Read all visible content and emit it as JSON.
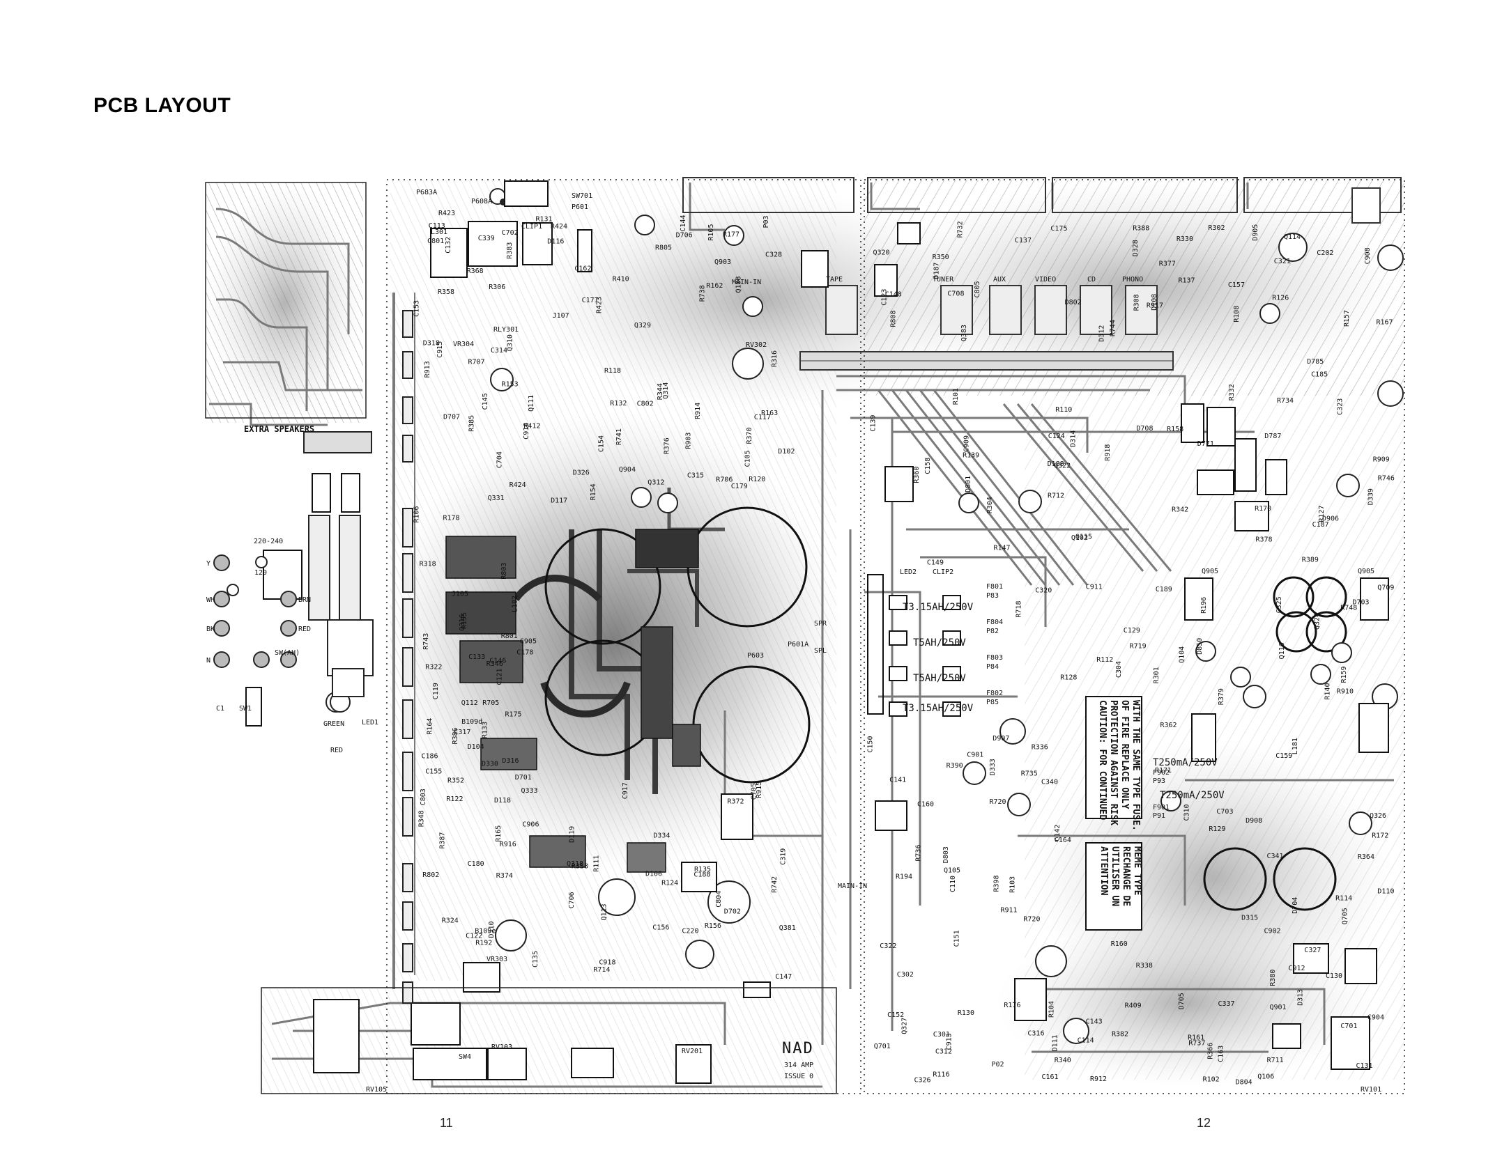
{
  "header": {
    "title": "PCB LAYOUT"
  },
  "footer": {
    "left_page": "11",
    "right_page": "12"
  },
  "colors": {
    "trace": "#7a7a7a",
    "copper_dark": "#2a2a2a",
    "pad": "#3a3a3a",
    "paper": "#ffffff"
  },
  "board": {
    "brand": "NAD",
    "model": "314 AMP",
    "issue": "ISSUE 0",
    "inputs": [
      "TAPE",
      "TUNER",
      "AUX",
      "VIDEO",
      "CD",
      "PHONO"
    ],
    "labels": {
      "extra_speakers": "EXTRA SPEAKERS",
      "main_in_top": "MAIN-IN",
      "main_in_bottom": "MAIN-IN",
      "spr": "SPR",
      "spl": "SPL",
      "led2": "LED2",
      "clip2": "CLIP2",
      "clip1": "CLIP1",
      "led1": "LED1",
      "green": "GREEN",
      "red": "RED",
      "p601a": "P601A",
      "p603": "P603",
      "p683a": "P683A",
      "p608a": "P608A",
      "sw701": "SW701",
      "p601": "P601",
      "l301": "L301",
      "rly301": "RLY301",
      "vr304": "VR304",
      "vr303": "VR303",
      "rv302": "RV302",
      "rv201": "RV201",
      "rv105": "RV105",
      "rv103": "RV103",
      "rv101": "RV101",
      "sw4": "SW4",
      "sw1": "SW1",
      "c1": "C1",
      "volt_120": "120",
      "volt_220_240": "220-240",
      "wire_y": "Y",
      "wire_wh": "WH",
      "wire_bk": "BK",
      "wire_n": "N",
      "wire_brn": "BRN",
      "wire_red": "RED",
      "sw_ah": "SW(AH)",
      "q905_left": "Q905",
      "q905_right": "Q905"
    },
    "fuses": [
      {
        "ref": "F801",
        "ref2": "P83",
        "rating": "T3.15AH/250V"
      },
      {
        "ref": "F804",
        "ref2": "P82",
        "rating": "T5AH/250V"
      },
      {
        "ref": "F803",
        "ref2": "P84",
        "rating": "T5AH/250V"
      },
      {
        "ref": "F802",
        "ref2": "P85",
        "rating": "T3.15AH/250V"
      }
    ],
    "fuses_secondary": [
      {
        "ref": "F902",
        "ref2": "P93",
        "rating": "T250mA/250V"
      },
      {
        "ref": "F901",
        "ref2": "P91",
        "rating": "T250mA/250V"
      }
    ],
    "caution": [
      "CAUTION: FOR CONTINUED",
      "PROTECTION AGAINST RISK",
      "OF FIRE REPLACE ONLY",
      "WITH THE SAME TYPE FUSE."
    ],
    "attention": [
      "ATTENTION",
      "UTILISER UN",
      "RECHANGE DE",
      "MEME TYPE"
    ],
    "components": [
      "R423",
      "R424",
      "R352",
      "R358",
      "R302",
      "R304",
      "R301",
      "C302",
      "C301",
      "R306",
      "R376",
      "R175",
      "R192",
      "C175",
      "R147",
      "R196",
      "R194",
      "R102",
      "C177",
      "C179",
      "C178",
      "C180",
      "C185",
      "C187",
      "C189",
      "C164",
      "C163",
      "J107",
      "J105",
      "L182",
      "C220",
      "C202",
      "R101",
      "L181",
      "R103",
      "R104",
      "R105",
      "R106",
      "C186",
      "C188",
      "R108",
      "R110",
      "R112",
      "R114",
      "R116",
      "R118",
      "R120",
      "R122",
      "R124",
      "R126",
      "R127",
      "R128",
      "R129",
      "R130",
      "R131",
      "R132",
      "R133",
      "R135",
      "R137",
      "R139",
      "R140",
      "C110",
      "C114",
      "C113",
      "C117",
      "C121",
      "C122",
      "C123",
      "C124",
      "C129",
      "C130",
      "C131",
      "C132",
      "D102",
      "D104",
      "D106",
      "D108",
      "Q102",
      "Q104",
      "Q105",
      "Q106",
      "Q108",
      "C105",
      "C119",
      "R111",
      "R308",
      "R342",
      "C304",
      "C310",
      "C316",
      "R316",
      "R318",
      "R322",
      "R324",
      "R330",
      "R332",
      "R336",
      "R338",
      "R340",
      "Q310",
      "Q312",
      "D316",
      "D310",
      "D312",
      "D314",
      "C320",
      "C322",
      "C326",
      "C328",
      "D326",
      "D330",
      "D334",
      "D328",
      "D339",
      "D333",
      "D315",
      "D313",
      "D318",
      "R344",
      "R346",
      "R348",
      "R350",
      "R360",
      "R362",
      "R364",
      "R366",
      "R368",
      "R370",
      "R372",
      "R374",
      "R377",
      "R378",
      "R379",
      "R380",
      "R382",
      "R383",
      "R385",
      "R386",
      "R387",
      "R388",
      "R389",
      "R390",
      "R398",
      "C312",
      "C314",
      "C315",
      "C317",
      "C319",
      "C321",
      "C323",
      "C325",
      "C327",
      "C337",
      "C339",
      "Q314",
      "Q316",
      "Q318",
      "Q320",
      "Q322",
      "Q324",
      "Q326",
      "Q327",
      "Q329",
      "Q331",
      "Q333",
      "Q381",
      "Q383",
      "R712",
      "R718",
      "R720",
      "R711",
      "R707",
      "R706",
      "R705",
      "R714",
      "R732",
      "R734",
      "R735",
      "R736",
      "R737",
      "R738",
      "R741",
      "R743",
      "R742",
      "R744",
      "R746",
      "R748",
      "C703",
      "C701",
      "C702",
      "C704",
      "C705",
      "C706",
      "C708",
      "D708",
      "D703",
      "D704",
      "D705",
      "D706",
      "D707",
      "D701",
      "D702",
      "D785",
      "D787",
      "Q709",
      "Q705",
      "Q701",
      "R805",
      "R803",
      "R801",
      "R802",
      "R808",
      "R909",
      "R910",
      "R911",
      "R912",
      "R913",
      "R914",
      "R915",
      "R916",
      "R917",
      "R918",
      "C911",
      "C912",
      "C913",
      "C915",
      "C916",
      "C917",
      "C918",
      "D905",
      "D906",
      "D907",
      "D908",
      "Q901",
      "Q903",
      "Q904",
      "C905",
      "C906",
      "C908",
      "C909",
      "C901",
      "C902",
      "C904",
      "R153",
      "R154",
      "R155",
      "R156",
      "R157",
      "R158",
      "R159",
      "R160",
      "R161",
      "R162",
      "R163",
      "R164",
      "R165",
      "R167",
      "R170",
      "R171",
      "R172",
      "R176",
      "R177",
      "R178",
      "C133",
      "C135",
      "C137",
      "C139",
      "C141",
      "C142",
      "C143",
      "C144",
      "C145",
      "C146",
      "C147",
      "C148",
      "C149",
      "C150",
      "C151",
      "C152",
      "C153",
      "C154",
      "C155",
      "C156",
      "C157",
      "C158",
      "C159",
      "C160",
      "C161",
      "C162",
      "Q111",
      "Q112",
      "Q113",
      "Q114",
      "Q115",
      "Q116",
      "D110",
      "D111",
      "D116",
      "D117",
      "D118",
      "D119",
      "D187",
      "D188",
      "C340",
      "C341",
      "R409",
      "R410",
      "R412",
      "B109d",
      "B109e",
      "D802",
      "D801",
      "D850",
      "D803",
      "D804",
      "C801",
      "C802",
      "C803",
      "C804",
      "C805",
      "D771",
      "R719",
      "R720",
      "P02",
      "P03",
      "R903"
    ]
  }
}
